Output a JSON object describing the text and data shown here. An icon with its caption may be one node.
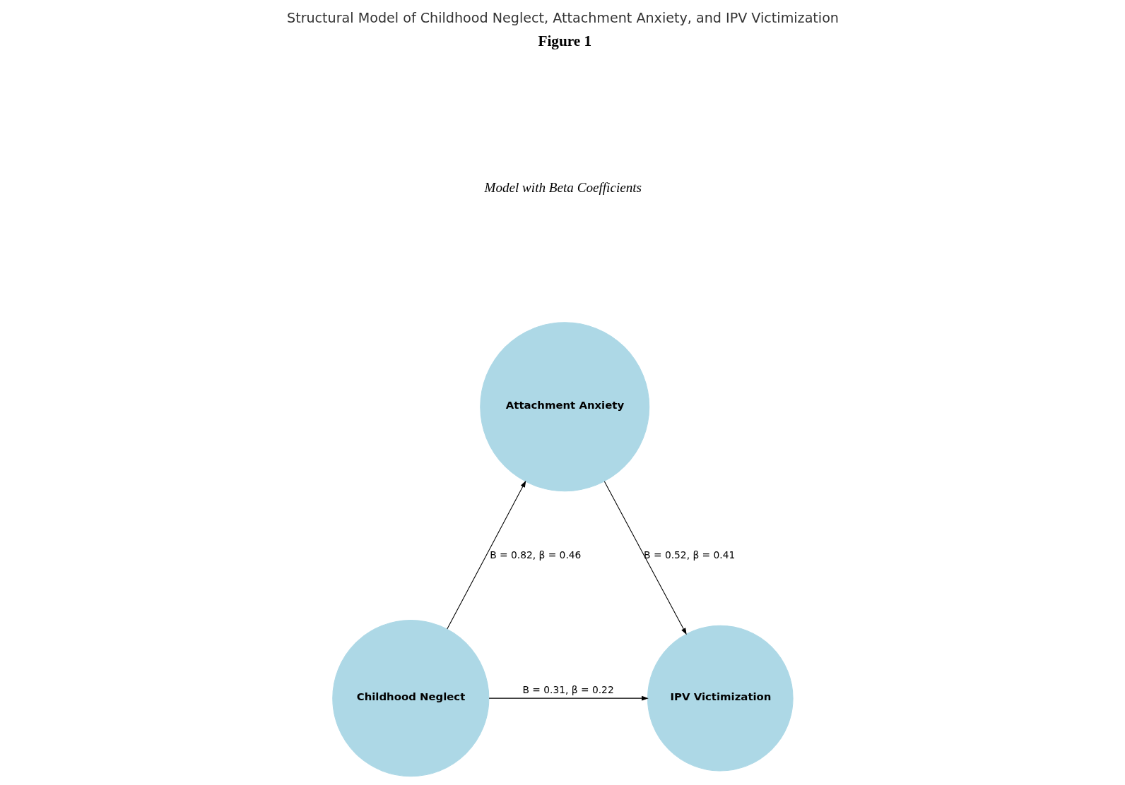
{
  "diagram": {
    "title": "Structural Model of Childhood Neglect, Attachment Anxiety, and IPV Victimization",
    "nodes": [
      {
        "text": [
          "Attachment Anxiety"
        ]
      },
      {
        "text": [
          "Childhood Neglect"
        ]
      },
      {
        "text": [
          "IPV Victimization"
        ]
      }
    ],
    "edges": [
      {
        "from": 1,
        "to": 0,
        "arrow": "to",
        "label": "B = 0.82, β = 0.46"
      },
      {
        "from": 0,
        "to": 2,
        "arrow": "to",
        "label": "B = 0.52, β = 0.41"
      },
      {
        "from": 1,
        "to": 2,
        "arrow": "to",
        "label": "B = 0.31, β = 0.22"
      }
    ],
    "labels": [
      "Figure 1",
      "Model with Beta Coefficients"
    ]
  }
}
